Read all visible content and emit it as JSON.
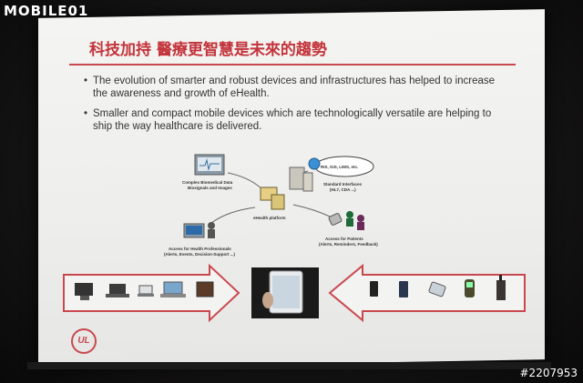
{
  "watermark": {
    "site": "MOBILE01",
    "id": "#2207953"
  },
  "slide": {
    "title": "科技加持 醫療更智慧是未來的趨勢",
    "bullets": [
      "The evolution of smarter and robust devices and infrastructures has helped to increase the awareness and growth of eHealth.",
      "Smaller and compact mobile devices which are technologically versatile are helping to ship the way healthcare is delivered."
    ],
    "diagram": {
      "biomedical": [
        "Complex Biomedical Data",
        "Biosignals and Images"
      ],
      "cloud": "RIS, GIS, LIMS, etc.",
      "standard": [
        "Standard Interfaces",
        "(HL7, CDA ...)"
      ],
      "platform": "eHealth platform",
      "professionals": [
        "Access for Health Professionals",
        "(Alerts, Events, Decision-Support ...)"
      ],
      "patients": [
        "Access for Patients",
        "(Alerts, Reminders, Feedback)"
      ]
    },
    "logo_text": "UL"
  },
  "colors": {
    "accent": "#c3343b",
    "text": "#333333"
  }
}
